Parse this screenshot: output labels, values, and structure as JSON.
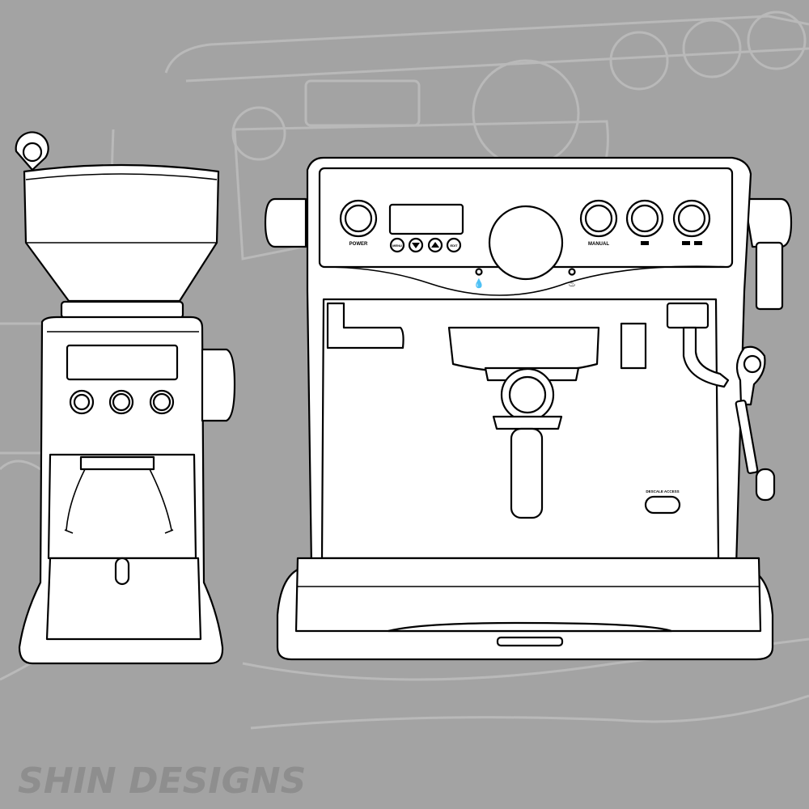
{
  "background_color": "#a3a3a3",
  "espresso_machine": {
    "labels": {
      "power": "POWER",
      "menu": "MENU",
      "edit": "EDIT",
      "manual": "MANUAL",
      "descale": "DESCALE ACCESS"
    },
    "icons": [
      "up-arrow-icon",
      "down-arrow-icon",
      "single-cup-icon",
      "double-cup-icon",
      "water-drop-icon",
      "steam-icon"
    ]
  },
  "watermark": "SHIN DESIGNS"
}
